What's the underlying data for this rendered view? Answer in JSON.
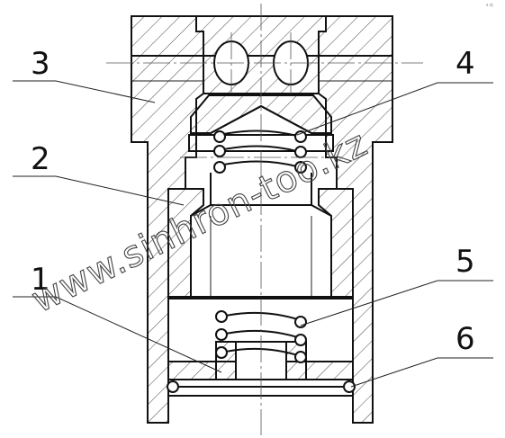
{
  "callouts": [
    {
      "label": "3"
    },
    {
      "label": "4"
    },
    {
      "label": "2"
    },
    {
      "label": "5"
    },
    {
      "label": "1"
    },
    {
      "label": "6"
    }
  ],
  "watermark": "www.sinhron-too.kz",
  "corner_mark": "ª·ºÌ"
}
